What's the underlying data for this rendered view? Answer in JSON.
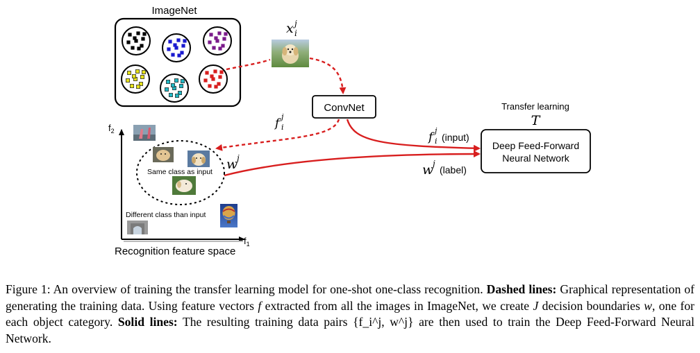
{
  "imagenet": {
    "title": "ImageNet",
    "clusters": [
      {
        "color": "#000000"
      },
      {
        "color": "#1a1ad0"
      },
      {
        "color": "#7a1a8a"
      },
      {
        "color": "#e6e21a"
      },
      {
        "color": "#22b8c4"
      },
      {
        "color": "#d81e1e"
      }
    ]
  },
  "nodes": {
    "convnet": "ConvNet",
    "dffnn_line1": "Deep Feed-Forward",
    "dffnn_line2": "Neural Network",
    "transfer_title": "Transfer learning",
    "transfer_symbol": "T"
  },
  "symbols": {
    "x_base": "x",
    "x_sup": "j",
    "x_sub": "i",
    "f_base": "f",
    "f_sup": "j",
    "f_sub": "i",
    "w_base": "w",
    "w_sup": "j",
    "input_label": "(input)",
    "label_label": "(label)"
  },
  "feature_space": {
    "title": "Recognition feature space",
    "axis_x": "f",
    "axis_x_sub": "1",
    "axis_y": "f",
    "axis_y_sub": "2",
    "same_class": "Same class as input",
    "different_class": "Different class than input"
  },
  "colors": {
    "accent_red": "#d81e1e"
  },
  "caption": {
    "lead": "Figure 1: An overview of training the transfer learning model for one-shot one-class recognition.",
    "dashed_label": "Dashed lines:",
    "dashed_text_1": "Graphical representation of generating the training data. Using feature vectors",
    "f_var": "f",
    "dashed_text_2": "extracted from all the images in ImageNet, we create",
    "j_var": "J",
    "dashed_text_3": "decision boundaries",
    "w_var": "w",
    "dashed_text_4": ", one for each object category.",
    "solid_label": "Solid lines:",
    "solid_text_1": "The resulting training data pairs",
    "pair": "{f_i^j, w^j}",
    "solid_text_2": "are then used to train the Deep Feed-Forward Neural Network."
  }
}
